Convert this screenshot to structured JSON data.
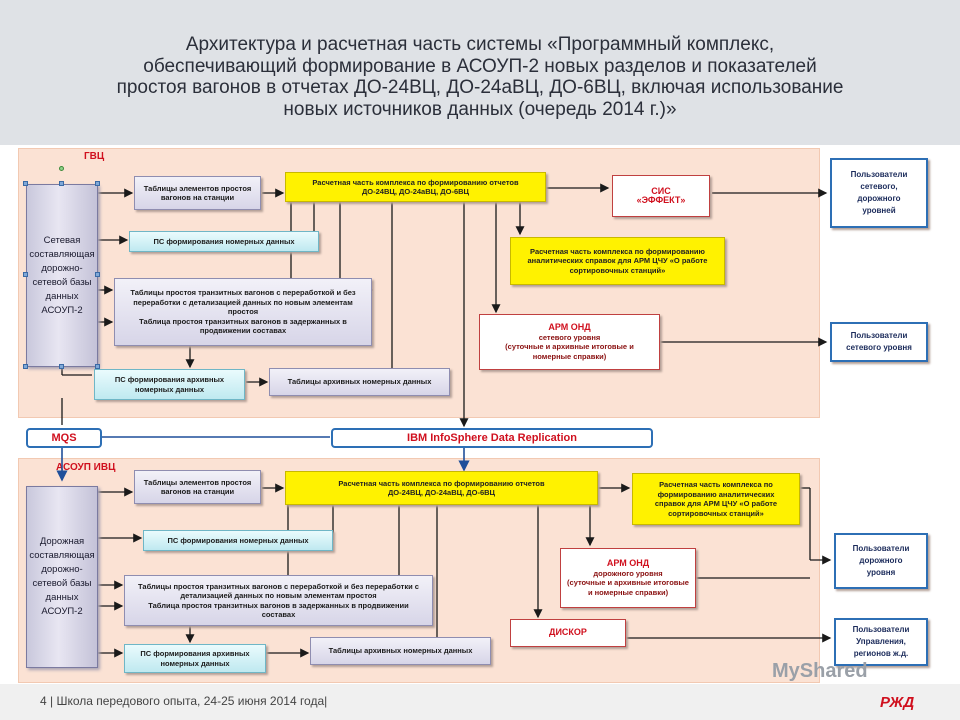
{
  "title": "Архитектура и расчетная часть системы «Программный комплекс,\nобеспечивающий формирование в АСОУП-2 новых разделов и показателей\nпростоя вагонов в отчетах ДО-24ВЦ, ДО-24аВЦ, ДО-6ВЦ, включая использование\nновых источников данных (очередь 2014 г.)»",
  "top": {
    "zone_label": "ГВЦ",
    "db": "Сетевая\nсоставляющая\nдорожно-\nсетевой базы\nданных\nАСОУП-2",
    "tables_station": "Таблицы элементов простоя\nвагонов на станции",
    "ps_numbers": "ПС формирования номерных данных",
    "tables_transit": "Таблицы простоя транзитных вагонов с переработкой и без\nпереработки с детализацией данных по новым элементам\nпростоя\nТаблица простоя транзитных вагонов в задержанных в\nпродвижении составах",
    "ps_archive": "ПС формирования архивных\nномерных данных",
    "tables_archive": "Таблицы архивных номерных данных",
    "calc_reports": "Расчетная часть комплекса по формированию отчетов\nДО-24ВЦ, ДО-24аВЦ, ДО-6ВЦ",
    "sis_title": "СИС",
    "sis_sub": "«ЭФФЕКТ»",
    "calc_analytics": "Расчетная часть комплекса по формированию\nаналитических справок для АРМ ЦЧУ «О работе\nсортировочных станций»",
    "arm_title": "АРМ ОНД",
    "arm_level": "сетевого уровня",
    "arm_desc": "(суточные и архивные итоговые и\nномерные справки)",
    "users_net_road": "Пользователи\nсетевого,\nдорожного\nуровней",
    "users_net": "Пользователи\nсетевого уровня"
  },
  "bus": {
    "mqs": "MQS",
    "ibm": "IBM InfoSphere Data Replication"
  },
  "bottom": {
    "zone_label": "АСОУП ИВЦ",
    "db": "Дорожная\nсоставляющая\nдорожно-\nсетевой базы\nданных\nАСОУП-2",
    "tables_station": "Таблицы элементов простоя\nвагонов на станции",
    "ps_numbers": "ПС формирования номерных данных",
    "tables_transit": "Таблицы простоя транзитных вагонов с переработкой и без переработки с\nдетализацией данных по новым элементам простоя\nТаблица простоя транзитных вагонов в задержанных в продвижении\nсоставах",
    "ps_archive": "ПС формирования архивных\nномерных данных",
    "tables_archive": "Таблицы архивных номерных данных",
    "calc_reports": "Расчетная часть комплекса по формированию отчетов\nДО-24ВЦ, ДО-24аВЦ, ДО-6ВЦ",
    "calc_analytics": "Расчетная часть комплекса по\nформированию аналитических\nсправок для АРМ ЦЧУ «О работе\nсортировочных станций»",
    "arm_title": "АРМ ОНД",
    "arm_level": "дорожного уровня",
    "arm_desc": "(суточные и архивные итоговые\nи номерные справки)",
    "diskor": "ДИСКОР",
    "users_road": "Пользователи\nдорожного\nуровня",
    "users_mgmt": "Пользователи\nУправления,\nрегионов ж.д."
  },
  "footer": {
    "text": "4  | Школа передового опыта, 24-25 июня 2014 года|",
    "watermark": "MyShared",
    "logo": "РЖД"
  },
  "colors": {
    "accent_red": "#d0101e",
    "blue": "#2d6fb5",
    "yellow": "#fff200"
  }
}
